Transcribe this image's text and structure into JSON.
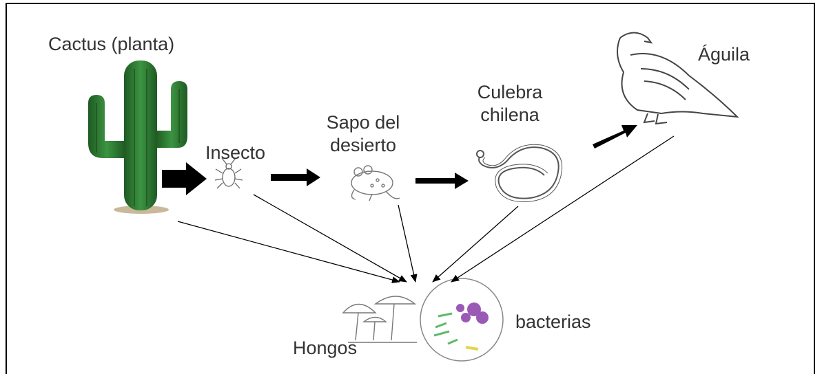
{
  "nodes": {
    "cactus": "Cactus (planta)",
    "insecto": "Insecto",
    "sapo_line1": "Sapo del",
    "sapo_line2": "desierto",
    "culebra_line1": "Culebra",
    "culebra_line2": "chilena",
    "aguila": "Águila",
    "bacterias": "bacterias",
    "hongos": "Hongos"
  },
  "colors": {
    "cactus": "#2f7d32",
    "cactus_dark": "#1e5a22",
    "arrow": "#000000",
    "outline": "#555555",
    "bacteria_purple": "#9b59b6",
    "bacteria_green": "#5fb86a",
    "bacteria_yellow": "#e2d44f"
  }
}
